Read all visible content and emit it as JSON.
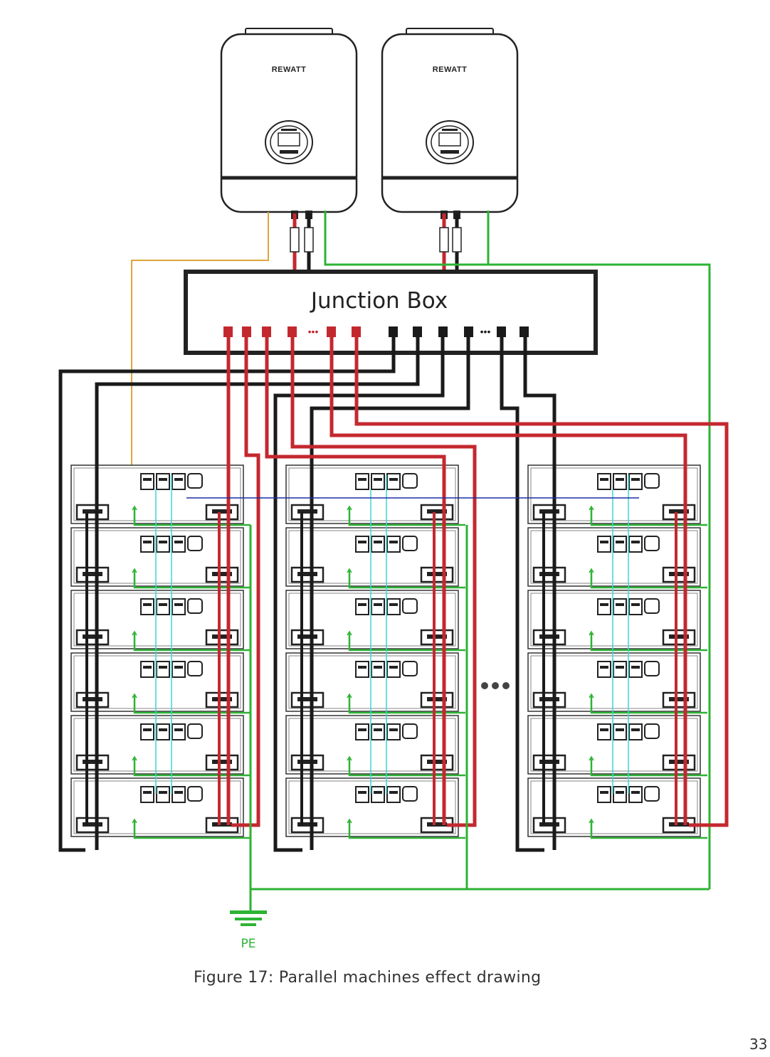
{
  "diagram": {
    "inverter_brand": "REWATT",
    "junction_box_label": "Junction Box",
    "ground_label": "PE",
    "ellipsis": "•••"
  },
  "caption": "Figure 17:  Parallel machines effect drawing",
  "page_number": "33",
  "colors": {
    "positive": "#c4282f",
    "negative": "#1a1a1a",
    "ground": "#2db334",
    "communication": "#e0a43a",
    "parallel_link": "#1b2fa0",
    "internal_link": "#3cd6d6"
  }
}
